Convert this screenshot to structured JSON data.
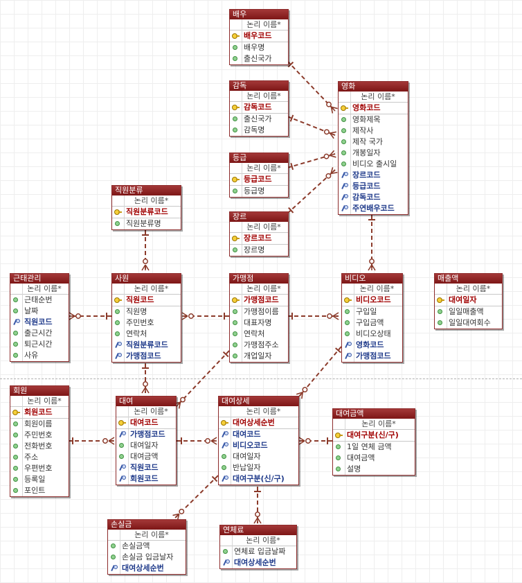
{
  "header_label": "논리 이름*",
  "entities": [
    {
      "id": "actor",
      "title": "배우",
      "attrs": [
        {
          "name": "배우코드",
          "type": "pk"
        },
        {
          "name": "배우명",
          "type": "attr"
        },
        {
          "name": "출신국가",
          "type": "attr"
        }
      ]
    },
    {
      "id": "director",
      "title": "감독",
      "attrs": [
        {
          "name": "감독코드",
          "type": "pk"
        },
        {
          "name": "출신국가",
          "type": "attr"
        },
        {
          "name": "감독명",
          "type": "attr"
        }
      ]
    },
    {
      "id": "rating",
      "title": "등급",
      "attrs": [
        {
          "name": "등급코드",
          "type": "pk"
        },
        {
          "name": "등급명",
          "type": "attr"
        }
      ]
    },
    {
      "id": "genre",
      "title": "장르",
      "attrs": [
        {
          "name": "장르코드",
          "type": "pk"
        },
        {
          "name": "장르명",
          "type": "attr"
        }
      ]
    },
    {
      "id": "movie",
      "title": "영화",
      "attrs": [
        {
          "name": "영화코드",
          "type": "pk"
        },
        {
          "name": "영화제목",
          "type": "attr"
        },
        {
          "name": "제작사",
          "type": "attr"
        },
        {
          "name": "제작 국가",
          "type": "attr"
        },
        {
          "name": "개봉일자",
          "type": "attr"
        },
        {
          "name": "비디오 출시일",
          "type": "attr"
        },
        {
          "name": "장르코드",
          "type": "fk"
        },
        {
          "name": "등급코드",
          "type": "fk"
        },
        {
          "name": "감독코드",
          "type": "fk"
        },
        {
          "name": "주연배우코드",
          "type": "fk"
        }
      ]
    },
    {
      "id": "staff_type",
      "title": "직원분류",
      "attrs": [
        {
          "name": "직원분류코드",
          "type": "pk"
        },
        {
          "name": "직원분류명",
          "type": "attr"
        }
      ]
    },
    {
      "id": "attendance",
      "title": "근태관리",
      "attrs": [
        {
          "name": "근태순번",
          "type": "attr"
        },
        {
          "name": "날짜",
          "type": "attr"
        },
        {
          "name": "직원코드",
          "type": "fk"
        },
        {
          "name": "출근시간",
          "type": "attr"
        },
        {
          "name": "퇴근시간",
          "type": "attr"
        },
        {
          "name": "사유",
          "type": "attr"
        }
      ]
    },
    {
      "id": "employee",
      "title": "사원",
      "attrs": [
        {
          "name": "직원코드",
          "type": "pk"
        },
        {
          "name": "직원명",
          "type": "attr"
        },
        {
          "name": "주민번호",
          "type": "attr"
        },
        {
          "name": "연락처",
          "type": "attr"
        },
        {
          "name": "직원분류코드",
          "type": "fk"
        },
        {
          "name": "가맹점코드",
          "type": "fk"
        }
      ]
    },
    {
      "id": "store",
      "title": "가맹점",
      "attrs": [
        {
          "name": "가맹점코드",
          "type": "pk"
        },
        {
          "name": "가맹점이름",
          "type": "attr"
        },
        {
          "name": "대표자명",
          "type": "attr"
        },
        {
          "name": "연락처",
          "type": "attr"
        },
        {
          "name": "가맹점주소",
          "type": "attr"
        },
        {
          "name": "개업일자",
          "type": "attr"
        }
      ]
    },
    {
      "id": "video",
      "title": "비디오",
      "attrs": [
        {
          "name": "비디오코드",
          "type": "pk"
        },
        {
          "name": "구입일",
          "type": "attr"
        },
        {
          "name": "구입금액",
          "type": "attr"
        },
        {
          "name": "비디오상태",
          "type": "attr"
        },
        {
          "name": "영화코드",
          "type": "fk"
        },
        {
          "name": "가맹점코드",
          "type": "fk"
        }
      ]
    },
    {
      "id": "daily_sales",
      "title": "매출액",
      "attrs": [
        {
          "name": "대여일자",
          "type": "pk"
        },
        {
          "name": "일일매출액",
          "type": "attr"
        },
        {
          "name": "일일대여회수",
          "type": "attr"
        }
      ]
    },
    {
      "id": "member",
      "title": "회원",
      "attrs": [
        {
          "name": "회원코드",
          "type": "pk"
        },
        {
          "name": "회원이름",
          "type": "attr"
        },
        {
          "name": "주민번호",
          "type": "attr"
        },
        {
          "name": "전화번호",
          "type": "attr"
        },
        {
          "name": "주소",
          "type": "attr"
        },
        {
          "name": "우편번호",
          "type": "attr"
        },
        {
          "name": "등록일",
          "type": "attr"
        },
        {
          "name": "포인트",
          "type": "attr"
        }
      ]
    },
    {
      "id": "rental",
      "title": "대여",
      "attrs": [
        {
          "name": "대여코드",
          "type": "pk"
        },
        {
          "name": "가맹점코드",
          "type": "fk"
        },
        {
          "name": "대여일자",
          "type": "attr"
        },
        {
          "name": "대여금액",
          "type": "attr"
        },
        {
          "name": "직원코드",
          "type": "fk"
        },
        {
          "name": "회원코드",
          "type": "fk"
        }
      ]
    },
    {
      "id": "rental_detail",
      "title": "대여상세",
      "attrs": [
        {
          "name": "대여상세순번",
          "type": "pk"
        },
        {
          "name": "대여코드",
          "type": "fk"
        },
        {
          "name": "비디오코드",
          "type": "fk"
        },
        {
          "name": "대여일자",
          "type": "attr"
        },
        {
          "name": "반납일자",
          "type": "attr"
        },
        {
          "name": "대여구분(신/구)",
          "type": "fk"
        }
      ]
    },
    {
      "id": "rental_fee",
      "title": "대여금액",
      "attrs": [
        {
          "name": "대여구분(신/구)",
          "type": "pk"
        },
        {
          "name": "1일 연체 금액",
          "type": "attr"
        },
        {
          "name": "대여금액",
          "type": "attr"
        },
        {
          "name": "설명",
          "type": "attr"
        }
      ]
    },
    {
      "id": "loss_fee",
      "title": "손실금",
      "attrs": [
        {
          "name": "손실금액",
          "type": "attr"
        },
        {
          "name": "손실금 입금날자",
          "type": "attr"
        },
        {
          "name": "대여상세순번",
          "type": "fk"
        }
      ]
    },
    {
      "id": "late_fee",
      "title": "연체료",
      "attrs": [
        {
          "name": "연체료 입금날짜",
          "type": "attr"
        },
        {
          "name": "대여상세순번",
          "type": "fk"
        }
      ]
    }
  ],
  "colors": {
    "line": "#8b3a2a",
    "title_bg": "#8c2020",
    "pk_text": "#a00000",
    "fk_text": "#1f3a8a"
  }
}
